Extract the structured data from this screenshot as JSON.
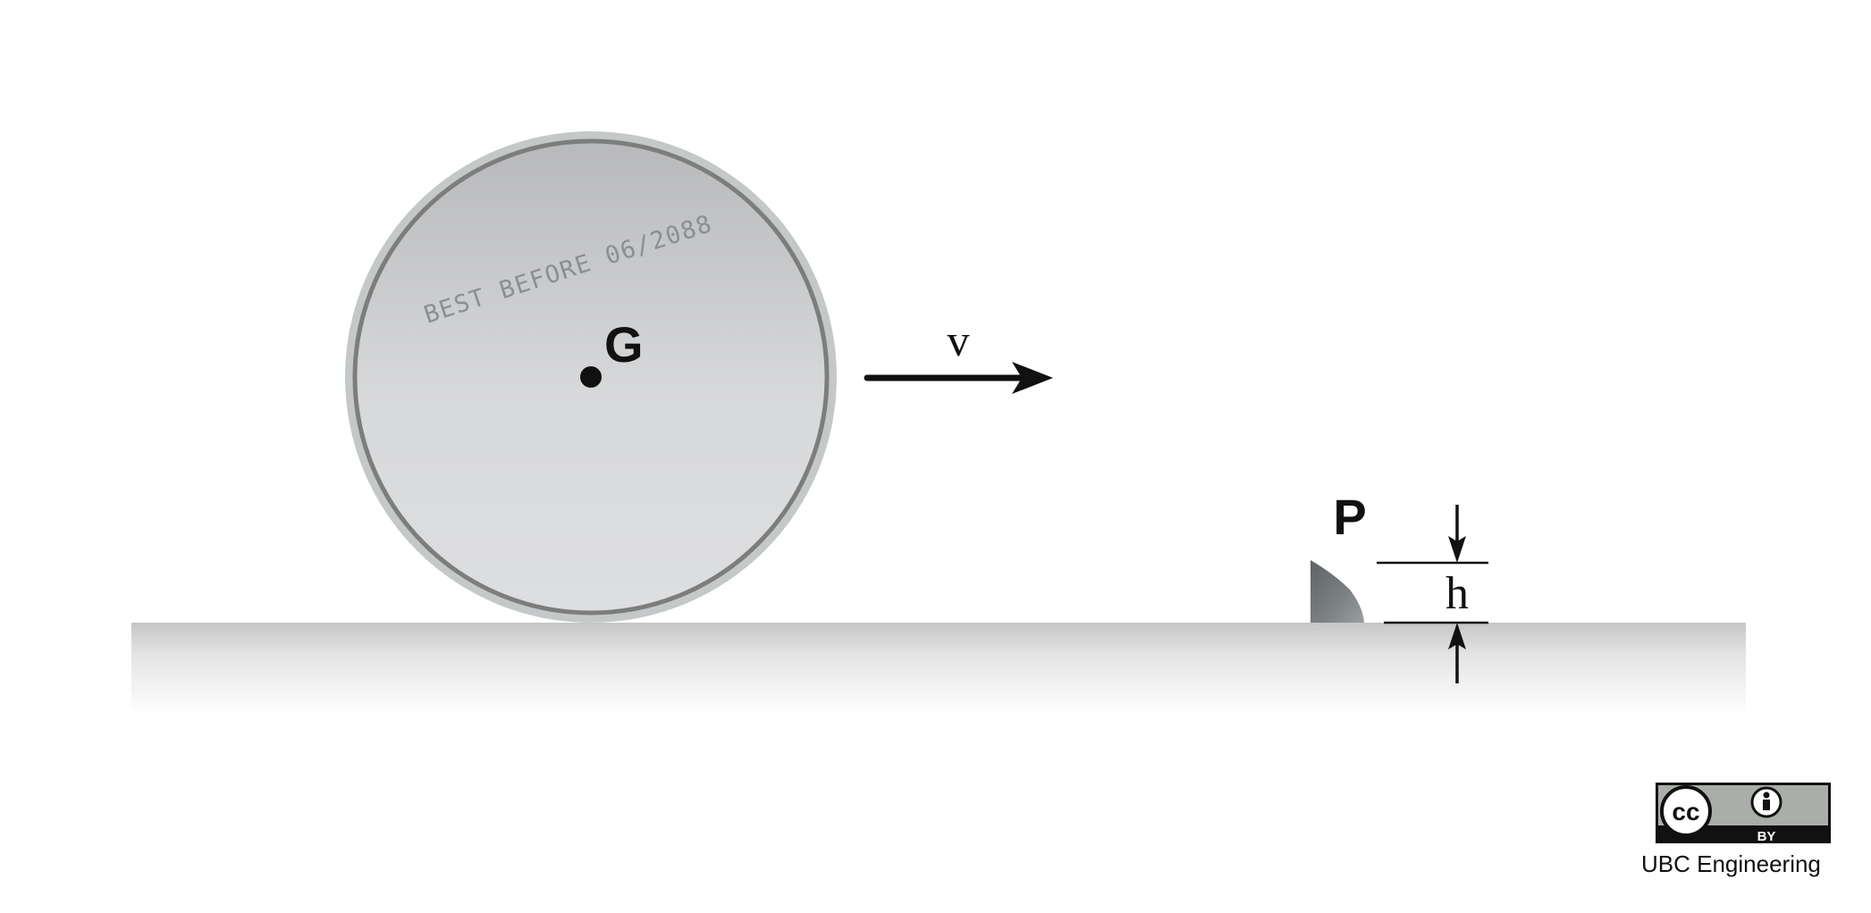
{
  "labels": {
    "center_of_mass": "G",
    "velocity": "v",
    "contact_point": "P",
    "height": "h",
    "stamp": "BEST BEFORE 06/2088"
  },
  "license": {
    "badge_cc": "cc",
    "badge_by": "BY",
    "credit": "UBC Engineering"
  },
  "colors": {
    "disk_fill_top": "#b8b9bb",
    "disk_fill_bottom": "#dcdddf",
    "disk_rim": "#c4c8c9",
    "disk_rim_line": "#7d7d7d",
    "ground_top": "#c9c9c9",
    "ground_bottom": "#ffffff",
    "step_fill": "#6f7477",
    "stamp_text": "#8a8f91",
    "ink": "#111111",
    "badge_bg": "#a9aea9"
  },
  "icons": {
    "license": "creative-commons-by-icon"
  }
}
